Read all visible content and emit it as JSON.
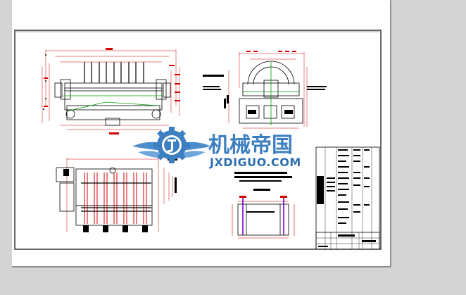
{
  "viewer": {
    "background": "#d4d4d4",
    "paper_color": "#ffffff"
  },
  "drawing": {
    "line_color": "#000000",
    "dimension_color": "#d40000",
    "center_line_color": "#00a000",
    "accent_color": "#7a00c8",
    "icons": [
      "front-elevation-view",
      "side-elevation-view",
      "plan-view",
      "detail-section-view",
      "parts-list-table",
      "title-block"
    ]
  },
  "watermark": {
    "title": "机械帝国",
    "subtitle": "JXDIGUO.COM",
    "title_color": "#3d7fc0",
    "subtitle_color": "#2d6fb0",
    "icon": "gear-wings-logo-icon"
  }
}
